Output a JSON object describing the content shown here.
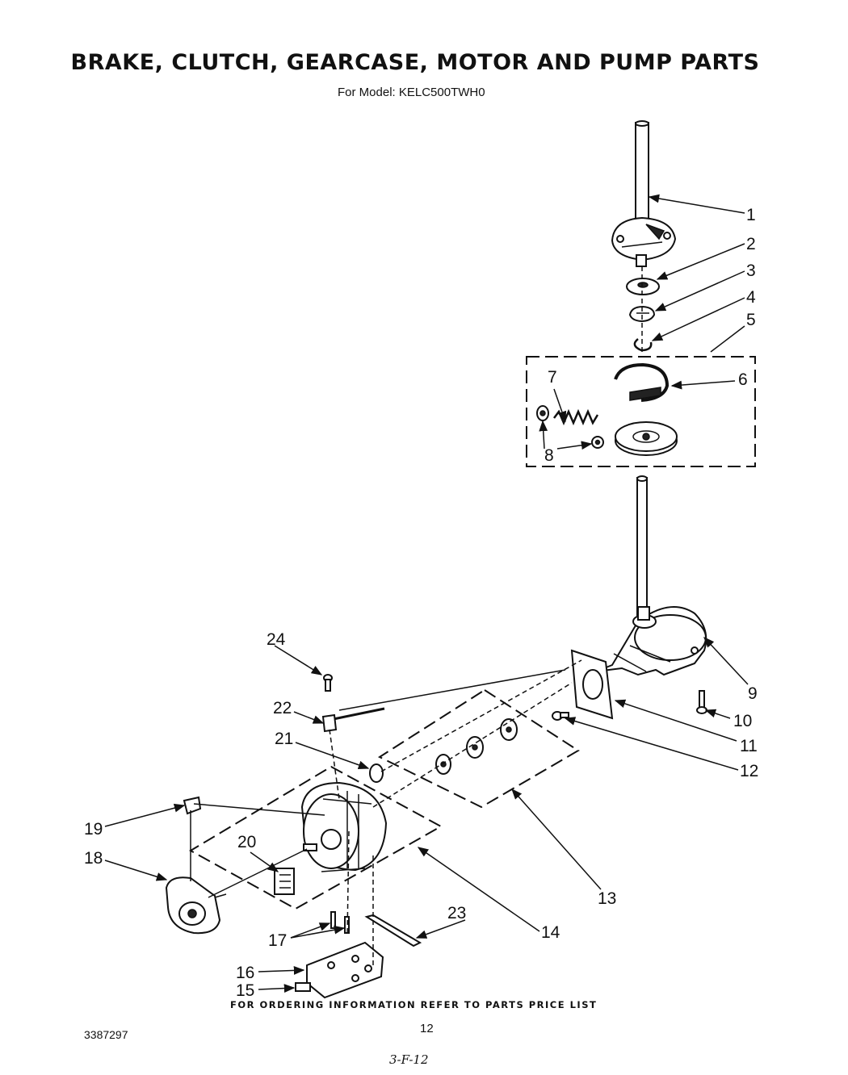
{
  "title": "BRAKE, CLUTCH, GEARCASE, MOTOR AND PUMP PARTS",
  "subtitle": "For Model: KELC500TWH0",
  "ordering_note": "FOR ORDERING INFORMATION REFER TO PARTS PRICE LIST",
  "page_number": "12",
  "document_number": "3387297",
  "handwritten_note": "3-F-12",
  "callouts": [
    "1",
    "2",
    "3",
    "4",
    "5",
    "6",
    "7",
    "8",
    "9",
    "10",
    "11",
    "12",
    "13",
    "14",
    "15",
    "16",
    "17",
    "18",
    "19",
    "20",
    "21",
    "22",
    "23",
    "24"
  ]
}
